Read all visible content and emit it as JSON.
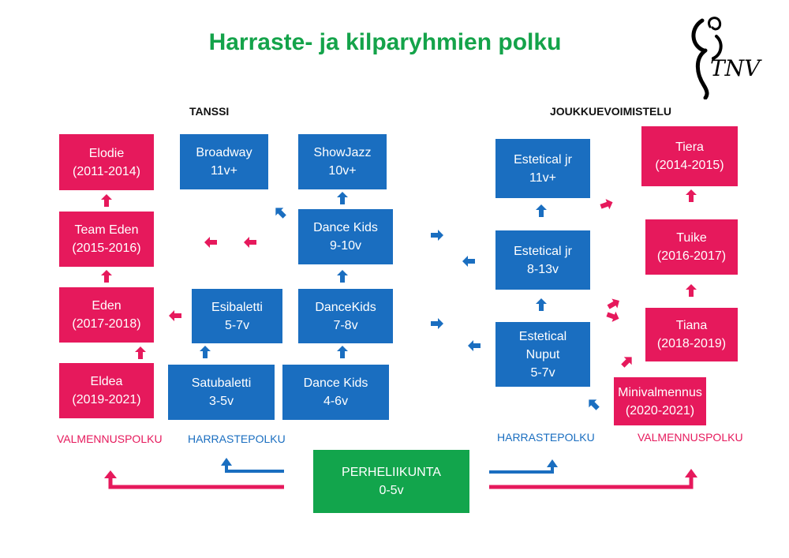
{
  "title": "Harraste- ja kilparyhmien polku",
  "logo_text": "TNV",
  "colors": {
    "pink": "#e6195c",
    "blue": "#1a6ec0",
    "green": "#12a54c",
    "title": "#14a34a"
  },
  "tanssi": {
    "heading": "TANSSI",
    "valmennus_label": "VALMENNUSPOLKU",
    "harraste_label": "HARRASTEPOLKU",
    "valmennus_groups": [
      {
        "lines": [
          "Elodie",
          "(2011-2014)"
        ]
      },
      {
        "lines": [
          "Team Eden",
          "(2015-2016)"
        ]
      },
      {
        "lines": [
          "Eden",
          "(2017-2018)"
        ]
      },
      {
        "lines": [
          "Eldea",
          "(2019-2021)"
        ]
      }
    ],
    "harraste_groups": [
      {
        "lines": [
          "Broadway",
          "11v+"
        ]
      },
      {
        "lines": [
          "ShowJazz",
          "10v+"
        ]
      },
      {
        "lines": [
          "Dance Kids",
          "9-10v"
        ]
      },
      {
        "lines": [
          "Esibaletti",
          "5-7v"
        ]
      },
      {
        "lines": [
          "DanceKids",
          "7-8v"
        ]
      },
      {
        "lines": [
          "Satubaletti",
          "3-5v"
        ]
      },
      {
        "lines": [
          "Dance Kids",
          "4-6v"
        ]
      }
    ]
  },
  "joukkuevoimistelu": {
    "heading": "JOUKKUEVOIMISTELU",
    "harraste_label": "HARRASTEPOLKU",
    "valmennus_label": "VALMENNUSPOLKU",
    "harraste_groups": [
      {
        "lines": [
          "Estetical jr",
          "11v+"
        ]
      },
      {
        "lines": [
          "Estetical jr",
          "8-13v"
        ]
      },
      {
        "lines": [
          "Estetical",
          "Nuput",
          "5-7v"
        ]
      }
    ],
    "valmennus_groups": [
      {
        "lines": [
          "Tiera",
          "(2014-2015)"
        ]
      },
      {
        "lines": [
          "Tuike",
          "(2016-2017)"
        ]
      },
      {
        "lines": [
          "Tiana",
          "(2018-2019)"
        ]
      },
      {
        "lines": [
          "Minivalmennus",
          "(2020-2021)"
        ]
      }
    ]
  },
  "perheliikunta": {
    "lines": [
      "PERHELIIKUNTA",
      "0-5v"
    ]
  }
}
